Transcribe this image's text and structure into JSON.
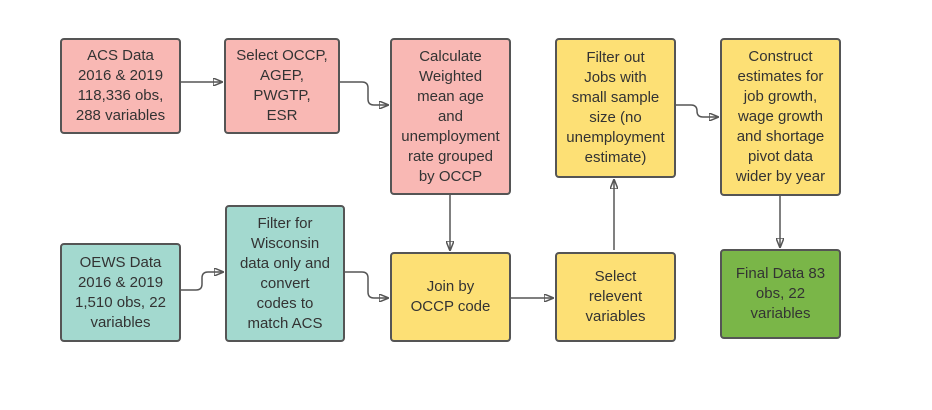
{
  "colors": {
    "pink": "#f9b8b4",
    "teal": "#a3d9cf",
    "yellow": "#fde075",
    "green": "#7ab648",
    "stroke": "#555555"
  },
  "nodes": {
    "acs_data": "ACS Data\n2016 & 2019\n118,336 obs,\n288 variables",
    "select_occp": "Select OCCP,\nAGEP,\nPWGTP,\nESR",
    "calculate": "Calculate\nWeighted\nmean age\nand\nunemployment\nrate grouped\nby OCCP",
    "filter_out": "Filter out\nJobs with\nsmall sample\nsize (no\nunemployment\nestimate)",
    "construct": "Construct\nestimates for\njob growth,\nwage growth\nand shortage\npivot data\nwider by year",
    "oews_data": "OEWS Data\n2016 & 2019\n1,510 obs, 22\nvariables",
    "filter_wisconsin": "Filter for\nWisconsin\ndata only and\nconvert\ncodes to\nmatch ACS",
    "join": "Join by\nOCCP code",
    "select_relevent": "Select\nrelevent\nvariables",
    "final_data": "Final Data 83\nobs, 22\nvariables"
  }
}
